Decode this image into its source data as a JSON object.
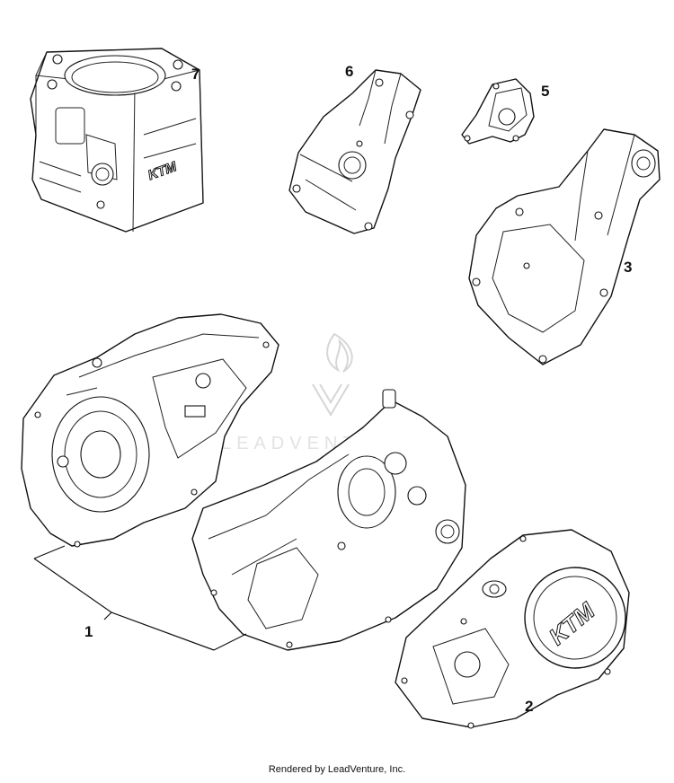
{
  "callouts": {
    "c1": "1",
    "c2": "2",
    "c3": "3",
    "c5": "5",
    "c6": "6",
    "c7": "7"
  },
  "parts": {
    "cylinder_brand": "KTM",
    "clutch_cover_brand": "KTM"
  },
  "watermark": {
    "text": "LEADVENTURE"
  },
  "footer": {
    "credit": "Rendered by LeadVenture, Inc."
  }
}
